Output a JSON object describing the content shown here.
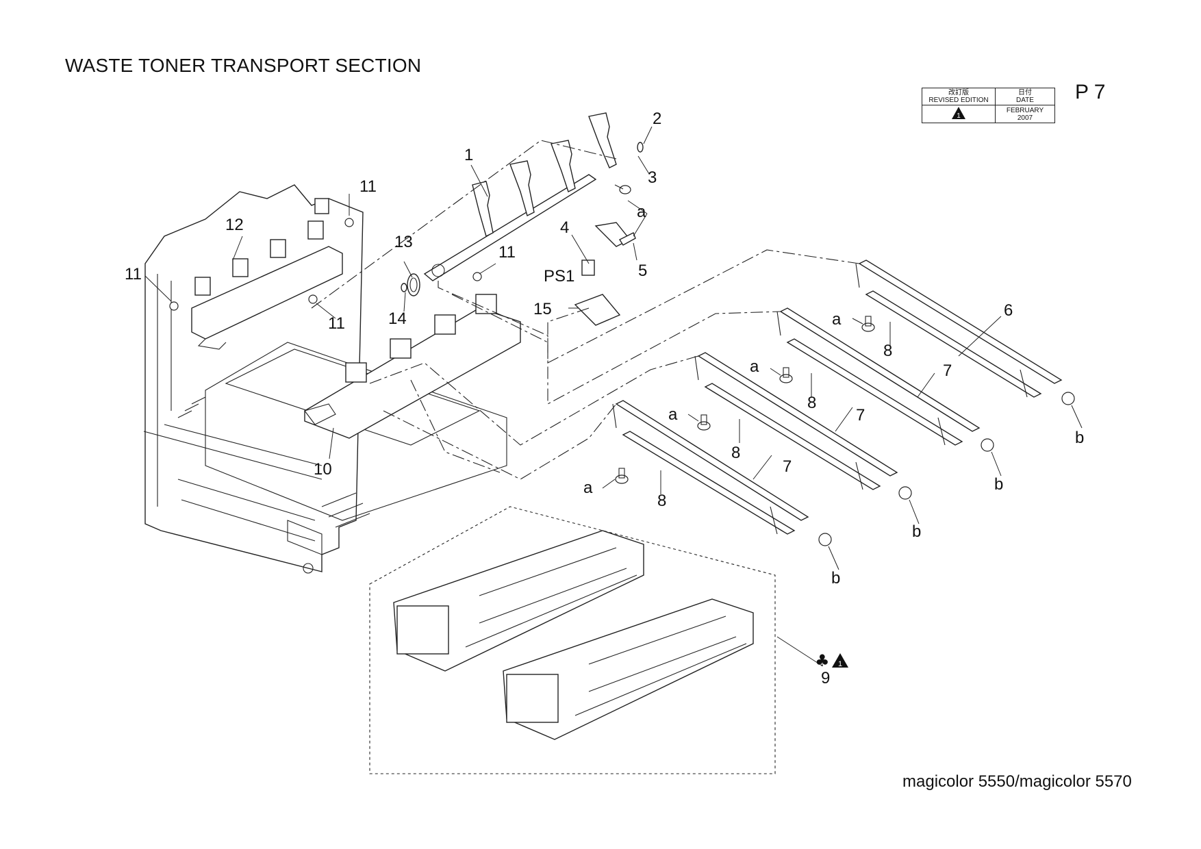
{
  "header": {
    "title": "WASTE TONER TRANSPORT SECTION",
    "page": "P 7"
  },
  "revision_table": {
    "col1_jp": "改訂版",
    "col1_en": "REVISED EDITION",
    "col2_jp": "日付",
    "col2_en": "DATE",
    "edition_marker": "1",
    "date_month": "FEBRUARY",
    "date_year": "2007"
  },
  "footer": {
    "model": "magicolor 5550/magicolor 5570"
  },
  "callouts": {
    "c1": "1",
    "c2": "2",
    "c3": "3",
    "c4": "4",
    "c5": "5",
    "c6": "6",
    "c7a": "7",
    "c7b": "7",
    "c7c": "7",
    "c8a": "8",
    "c8b": "8",
    "c8c": "8",
    "c8d": "8",
    "c9": "9",
    "c10": "10",
    "c11a": "11",
    "c11b": "11",
    "c11c": "11",
    "c11d": "11",
    "c12": "12",
    "c13": "13",
    "c14": "14",
    "c15": "15",
    "ps1": "PS1",
    "a_top": "a",
    "a1": "a",
    "a2": "a",
    "a3": "a",
    "a4": "a",
    "b1": "b",
    "b2": "b",
    "b3": "b",
    "b4": "b"
  },
  "part9_markers": {
    "club": "♣",
    "rev": "1"
  },
  "colors": {
    "ink": "#111111",
    "background": "#ffffff"
  }
}
